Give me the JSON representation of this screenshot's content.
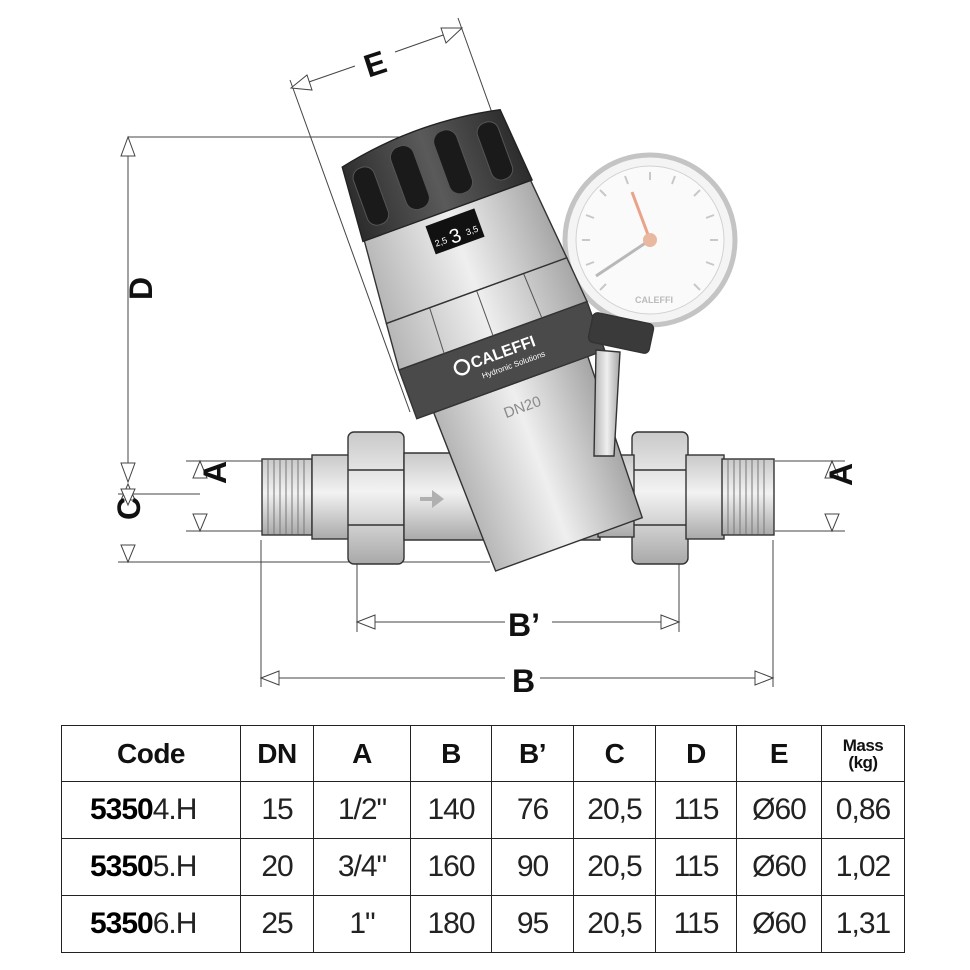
{
  "drawing": {
    "dimension_labels": {
      "E": "E",
      "D": "D",
      "A_left": "A",
      "A_right": "A",
      "C": "C",
      "B_prime": "B’",
      "B": "B"
    },
    "brand": "CALEFFI",
    "brand_subtitle": "Hydronic Solutions",
    "body_marking": "DN20",
    "knob_scale": {
      "left": "2,5",
      "center": "3",
      "right": "3,5"
    },
    "gauge_brand": "CALEFFI"
  },
  "table": {
    "headers": {
      "code": "Code",
      "dn": "DN",
      "a": "A",
      "b": "B",
      "b_prime": "B’",
      "c": "C",
      "d": "D",
      "e": "E",
      "mass_line1": "Mass",
      "mass_line2": "(kg)"
    },
    "rows": [
      {
        "code_bold": "5350",
        "code_rest": "4.H",
        "dn": "15",
        "a": "1/2\"",
        "b": "140",
        "b_prime": "76",
        "c": "20,5",
        "d": "115",
        "e": "Ø60",
        "mass": "0,86"
      },
      {
        "code_bold": "5350",
        "code_rest": "5.H",
        "dn": "20",
        "a": "3/4\"",
        "b": "160",
        "b_prime": "90",
        "c": "20,5",
        "d": "115",
        "e": "Ø60",
        "mass": "1,02"
      },
      {
        "code_bold": "5350",
        "code_rest": "6.H",
        "dn": "25",
        "a": "1\"",
        "b": "180",
        "b_prime": "95",
        "c": "20,5",
        "d": "115",
        "e": "Ø60",
        "mass": "1,31"
      }
    ]
  }
}
